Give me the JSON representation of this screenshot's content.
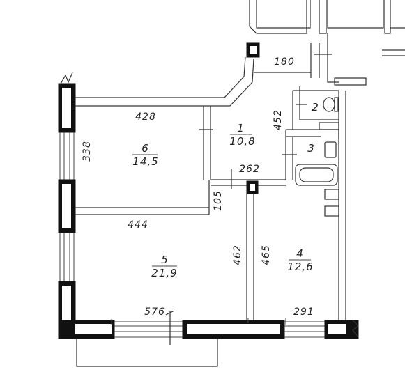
{
  "rooms": [
    {
      "number": "1",
      "area": "10,8"
    },
    {
      "number": "2",
      "area": ""
    },
    {
      "number": "3",
      "area": ""
    },
    {
      "number": "4",
      "area": "12,6"
    },
    {
      "number": "5",
      "area": "21,9"
    },
    {
      "number": "6",
      "area": "14,5"
    }
  ],
  "dimensions": {
    "d180": "180",
    "d428": "428",
    "d452": "452",
    "d338": "338",
    "d262": "262",
    "d105": "105",
    "d444": "444",
    "d462": "462",
    "d465": "465",
    "d576": "576",
    "d291": "291"
  }
}
